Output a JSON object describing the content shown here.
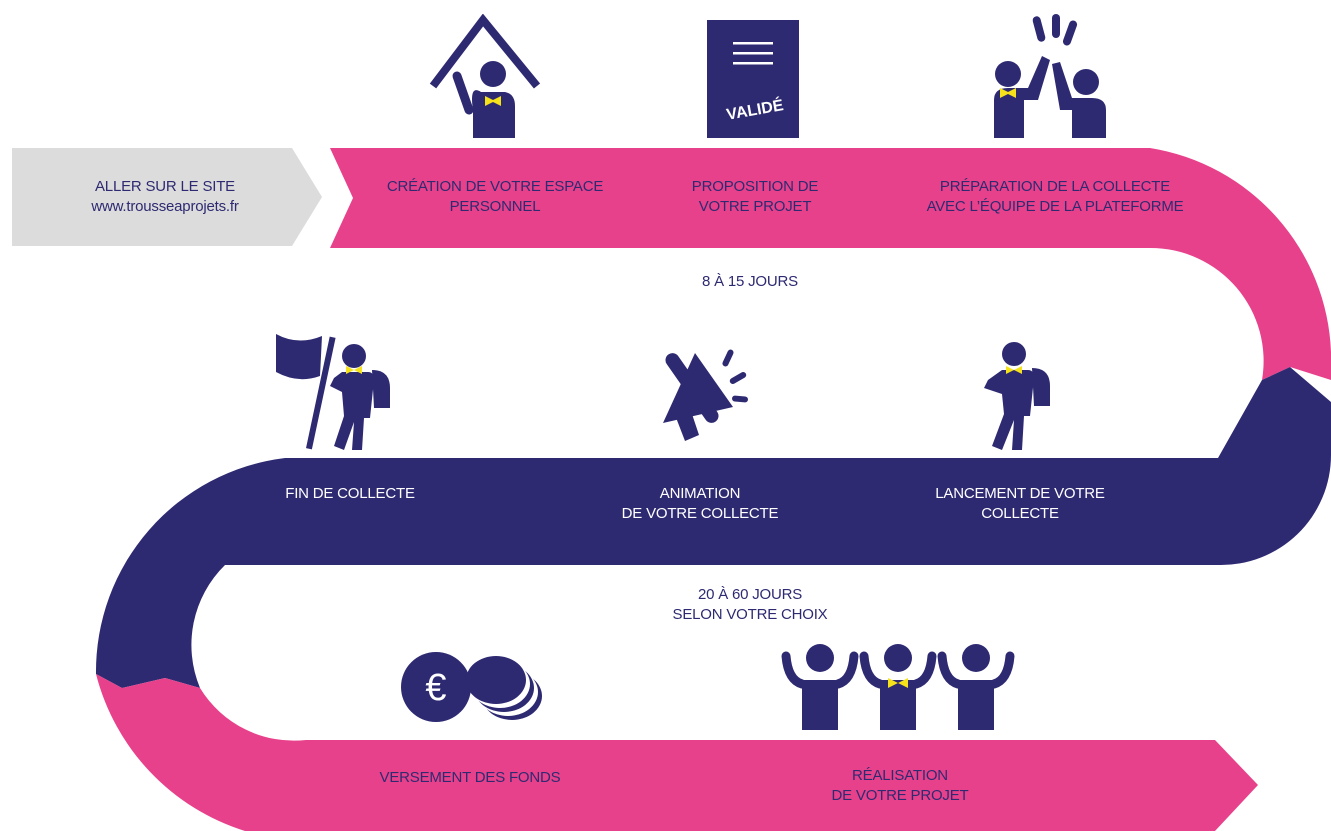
{
  "colors": {
    "pink": "#e8418b",
    "navy": "#2e2a72",
    "grey": "#dcdcdc",
    "yellow": "#f5e21b",
    "white": "#ffffff"
  },
  "start": {
    "line1": "ALLER SUR LE SITE",
    "line2": "www.trousseaprojets.fr"
  },
  "row1": {
    "step1": {
      "line1": "CRÉATION DE VOTRE ESPACE",
      "line2": "PERSONNEL",
      "icon": "person-in-house-icon"
    },
    "step2": {
      "line1": "PROPOSITION DE",
      "line2": "VOTRE PROJET",
      "icon": "validated-document-icon",
      "stamp": "VALIDÉ"
    },
    "step3": {
      "line1": "PRÉPARATION DE LA COLLECTE",
      "line2": "AVEC L’ÉQUIPE DE LA PLATEFORME",
      "icon": "high-five-icon"
    },
    "duration": "8 À 15 JOURS"
  },
  "row2": {
    "step1": {
      "line1": "LANCEMENT DE VOTRE",
      "line2": "COLLECTE",
      "icon": "hiker-walking-icon"
    },
    "step2": {
      "line1": "ANIMATION",
      "line2": "DE VOTRE COLLECTE",
      "icon": "megaphone-icon"
    },
    "step3": {
      "line1": "FIN DE COLLECTE",
      "icon": "hiker-with-flag-icon"
    },
    "duration_line1": "20 À 60 JOURS",
    "duration_line2": "SELON VOTRE CHOIX"
  },
  "row3": {
    "step1": {
      "line1": "VERSEMENT DES FONDS",
      "icon": "euro-coins-icon"
    },
    "step2": {
      "line1": "RÉALISATION",
      "line2": "DE VOTRE PROJET",
      "icon": "cheering-people-icon"
    }
  }
}
